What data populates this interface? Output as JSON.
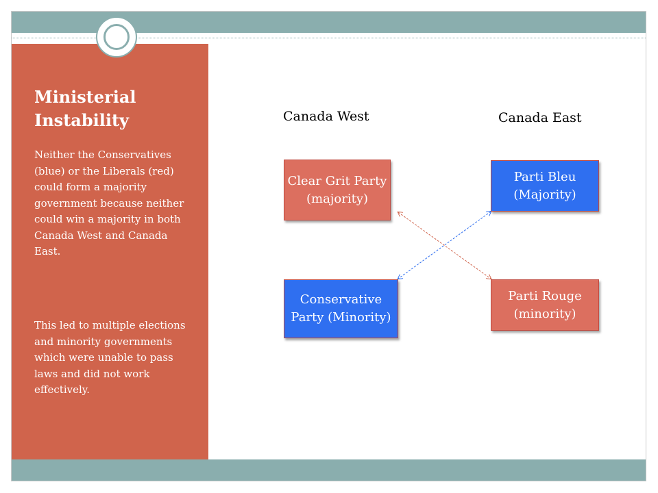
{
  "panel": {
    "title": "Ministerial Instability",
    "paragraph_1": "Neither the Conservatives (blue) or the Liberals (red) could form a majority government because neither could win a majority in both Canada West and Canada East.",
    "paragraph_2": "This led to multiple elections and minority governments which were unable to pass laws and did not work effectively."
  },
  "regions": {
    "west": "Canada West",
    "east": "Canada East"
  },
  "parties": {
    "clear_grit": "Clear Grit Party (majority)",
    "conservative": "Conservative Party (Minority)",
    "parti_bleu": "Parti Bleu (Majority)",
    "parti_rouge": "Parti Rouge (minority)"
  },
  "colors": {
    "panel": "#d0644c",
    "accent_bar": "#8aaeae",
    "liberal_red": "#dc6f5f",
    "conservative_blue": "#2f6ff0"
  }
}
